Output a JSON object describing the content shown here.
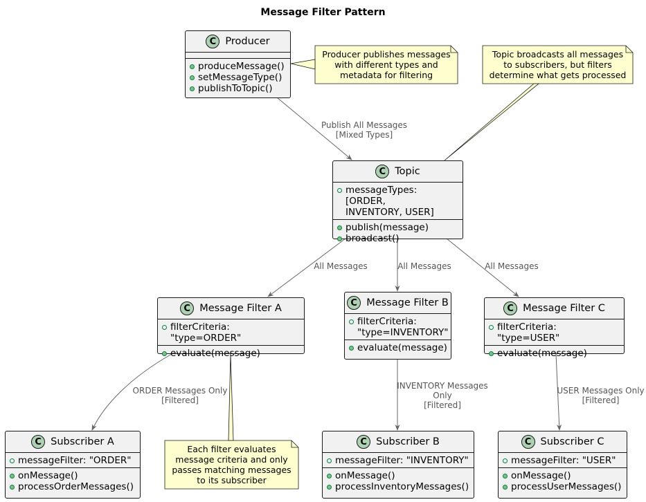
{
  "title": "Message Filter Pattern",
  "colors": {
    "class_fill": "#f1f1f1",
    "class_icon": "#add1b2",
    "note_fill": "#fefece",
    "edge": "#666666",
    "method_dot": "#84be84",
    "field_dot": "#038048"
  },
  "classes": {
    "producer": {
      "icon": "C",
      "name": "Producer",
      "fields": [],
      "methods": [
        "produceMessage()",
        "setMessageType()",
        "publishToTopic()"
      ]
    },
    "topic": {
      "icon": "C",
      "name": "Topic",
      "fields": [
        "messageTypes: [ORDER,\nINVENTORY, USER]"
      ],
      "methods": [
        "publish(message)",
        "broadcast()"
      ]
    },
    "filter_a": {
      "icon": "C",
      "name": "Message Filter A",
      "fields": [
        "filterCriteria: \"type=ORDER\""
      ],
      "methods": [
        "evaluate(message)"
      ]
    },
    "filter_b": {
      "icon": "C",
      "name": "Message Filter B",
      "fields": [
        "filterCriteria:\n\"type=INVENTORY\""
      ],
      "methods": [
        "evaluate(message)"
      ]
    },
    "filter_c": {
      "icon": "C",
      "name": "Message Filter C",
      "fields": [
        "filterCriteria: \"type=USER\""
      ],
      "methods": [
        "evaluate(message)"
      ]
    },
    "subscriber_a": {
      "icon": "C",
      "name": "Subscriber A",
      "fields": [
        "messageFilter: \"ORDER\""
      ],
      "methods": [
        "onMessage()",
        "processOrderMessages()"
      ]
    },
    "subscriber_b": {
      "icon": "C",
      "name": "Subscriber B",
      "fields": [
        "messageFilter: \"INVENTORY\""
      ],
      "methods": [
        "onMessage()",
        "processInventoryMessages()"
      ]
    },
    "subscriber_c": {
      "icon": "C",
      "name": "Subscriber C",
      "fields": [
        "messageFilter: \"USER\""
      ],
      "methods": [
        "onMessage()",
        "processUserMessages()"
      ]
    }
  },
  "notes": {
    "producer_note": "Producer publishes messages\nwith different types and\nmetadata for filtering",
    "topic_note": "Topic broadcasts all messages\nto subscribers, but filters\ndetermine what gets processed",
    "filter_note": "Each filter evaluates\nmessage criteria and only\npasses matching messages\nto its subscriber"
  },
  "edges": {
    "producer_topic": "Publish All Messages\n[Mixed Types]",
    "topic_filter_a": "All Messages",
    "topic_filter_b": "All Messages",
    "topic_filter_c": "All Messages",
    "filter_a_sub": "ORDER Messages Only\n[Filtered]",
    "filter_b_sub": "INVENTORY Messages\nOnly\n[Filtered]",
    "filter_c_sub": "USER Messages Only\n[Filtered]"
  }
}
